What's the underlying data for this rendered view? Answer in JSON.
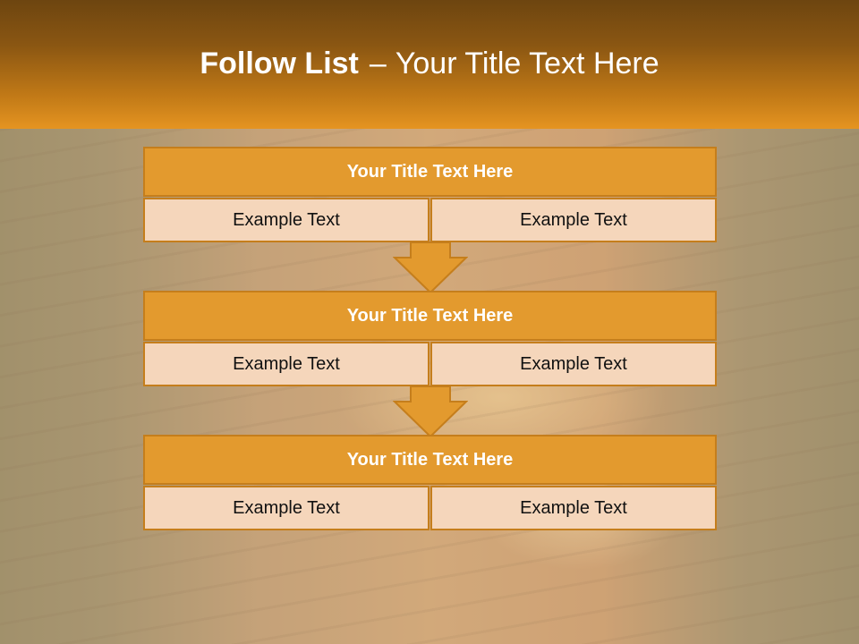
{
  "slide": {
    "title_bold": "Follow List",
    "title_sep": "–",
    "title_rest": "Your Title Text Here"
  },
  "blocks": [
    {
      "title": "Your Title Text Here",
      "cells": [
        "Example Text",
        "Example Text"
      ]
    },
    {
      "title": "Your Title Text Here",
      "cells": [
        "Example Text",
        "Example Text"
      ]
    },
    {
      "title": "Your Title Text Here",
      "cells": [
        "Example Text",
        "Example Text"
      ]
    }
  ],
  "colors": {
    "header_top": "#6d4510",
    "header_bottom": "#e59421",
    "block_header_fill": "#e39a2e",
    "block_border": "#c57e1c",
    "cell_fill": "#f5d6bb",
    "arrow_fill": "#e39a2e"
  }
}
